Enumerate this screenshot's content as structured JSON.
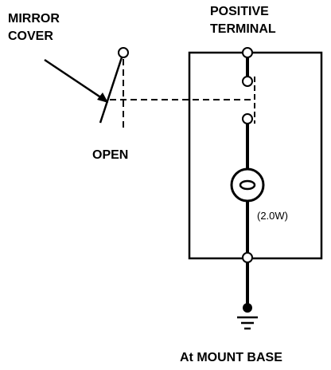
{
  "labels": {
    "mirror_cover_line1": "MIRROR",
    "mirror_cover_line2": "COVER",
    "positive_terminal_line1": "POSITIVE",
    "positive_terminal_line2": "TERMINAL",
    "open": "OPEN",
    "wattage": "(2.0W)",
    "mount_base": "At MOUNT BASE"
  },
  "colors": {
    "ink": "#000000",
    "background": "#ffffff"
  }
}
